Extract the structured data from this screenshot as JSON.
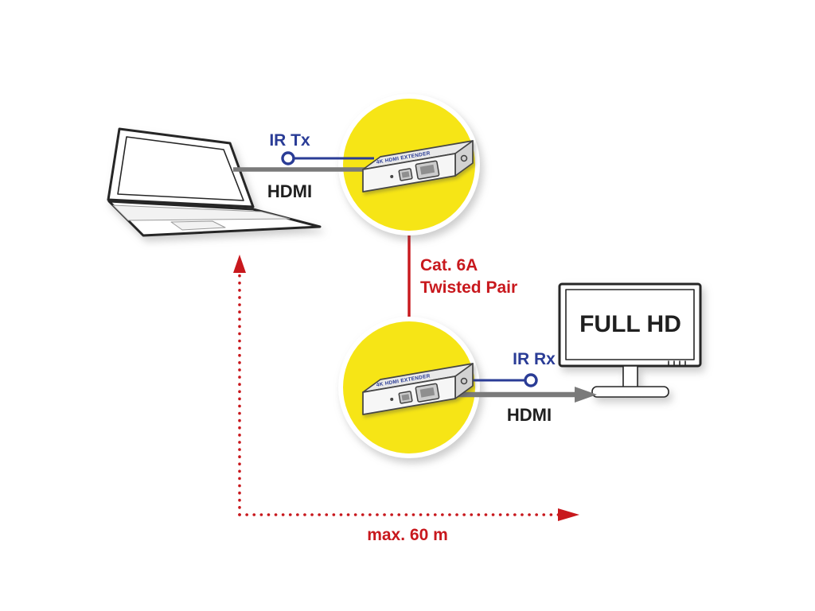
{
  "colors": {
    "red": "#c8181d",
    "blue": "#2a3c96",
    "yellow": "#f6e516",
    "gray": "#7a7a7a",
    "ink": "#1f1f1f"
  },
  "labels": {
    "ir_tx": "IR Tx",
    "hdmi_source": "HDMI",
    "cable_line1": "Cat. 6A",
    "cable_line2": "Twisted Pair",
    "ir_rx": "IR Rx",
    "hdmi_display": "HDMI",
    "monitor": "FULL HD",
    "distance": "max. 60 m"
  },
  "devices": {
    "transmitter": "4K HDMI EXTENDER",
    "receiver": "4K HDMI EXTENDER"
  }
}
